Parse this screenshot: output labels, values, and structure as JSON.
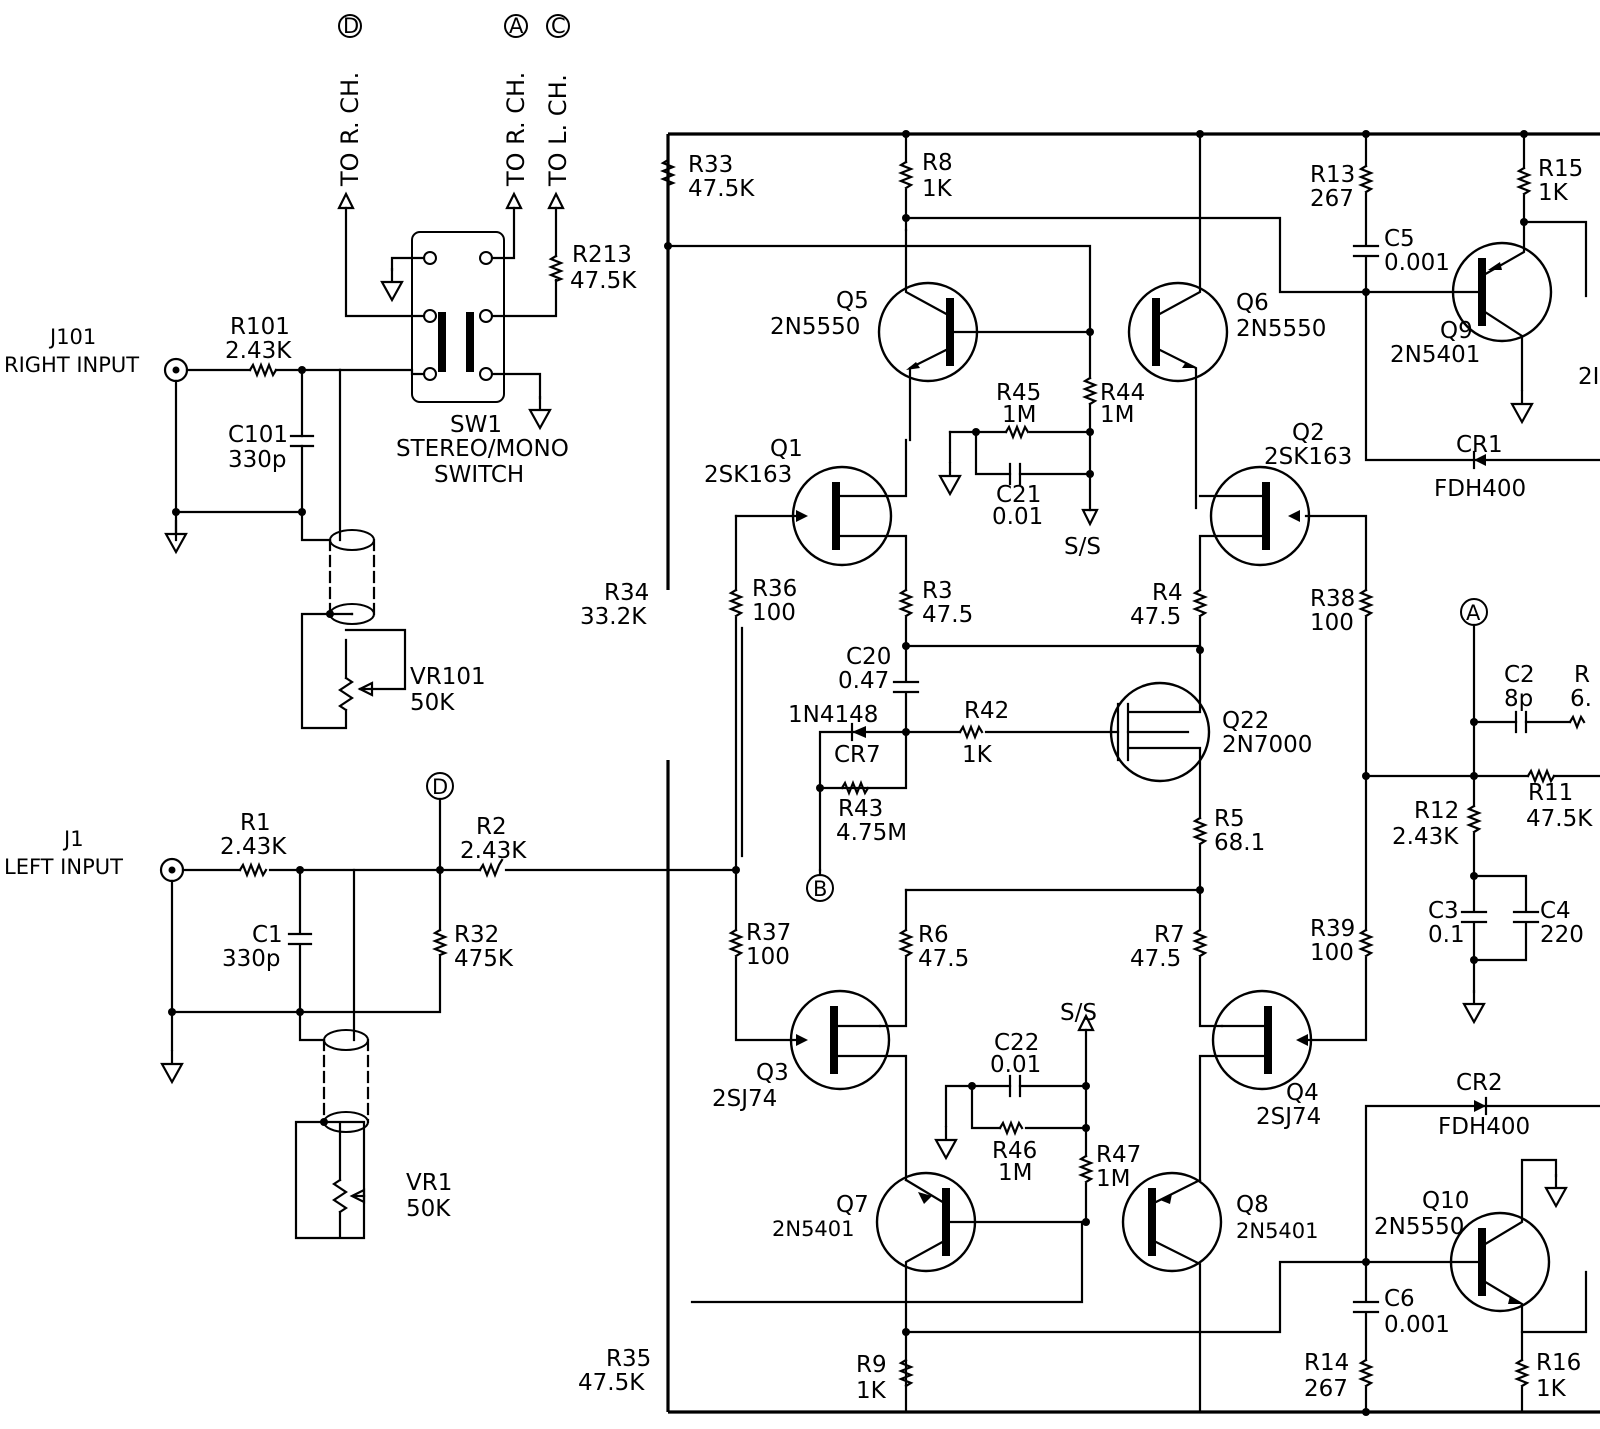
{
  "colors": {
    "ink": "#000000",
    "paper": "#ffffff"
  },
  "inputs": {
    "right": {
      "ref": "J101",
      "label": "RIGHT   INPUT"
    },
    "left": {
      "ref": "J1",
      "label": "LEFT  INPUT"
    }
  },
  "switch": {
    "ref": "SW1",
    "label1": "STEREO/MONO",
    "label2": "SWITCH"
  },
  "routing": {
    "to_r_ch_d": "TO R. CH.",
    "to_r_ch_a": "TO R. CH.",
    "to_l_ch_c": "TO L. CH."
  },
  "markers": {
    "A": "A",
    "B": "B",
    "C": "C",
    "D": "D",
    "ss": "S/S"
  },
  "resistors": {
    "R101": {
      "ref": "R101",
      "value": "2.43K"
    },
    "R1": {
      "ref": "R1",
      "value": "2.43K"
    },
    "R2": {
      "ref": "R2",
      "value": "2.43K"
    },
    "R32": {
      "ref": "R32",
      "value": "475K"
    },
    "R213": {
      "ref": "R213",
      "value": "47.5K"
    },
    "R33": {
      "ref": "R33",
      "value": "47.5K"
    },
    "R34": {
      "ref": "R34",
      "value": "33.2K"
    },
    "R35": {
      "ref": "R35",
      "value": "47.5K"
    },
    "R8": {
      "ref": "R8",
      "value": "1K"
    },
    "R36": {
      "ref": "R36",
      "value": "100"
    },
    "R37": {
      "ref": "R37",
      "value": "100"
    },
    "R3": {
      "ref": "R3",
      "value": "47.5"
    },
    "R4": {
      "ref": "R4",
      "value": "47.5"
    },
    "R6": {
      "ref": "R6",
      "value": "47.5"
    },
    "R7": {
      "ref": "R7",
      "value": "47.5"
    },
    "R5": {
      "ref": "R5",
      "value": "68.1"
    },
    "R42": {
      "ref": "R42",
      "value": "1K"
    },
    "R43": {
      "ref": "R43",
      "value": "4.75M"
    },
    "R44": {
      "ref": "R44",
      "value": "1M"
    },
    "R45": {
      "ref": "R45",
      "value": "1M"
    },
    "R46": {
      "ref": "R46",
      "value": "1M"
    },
    "R47": {
      "ref": "R47",
      "value": "1M"
    },
    "R9": {
      "ref": "R9",
      "value": "1K"
    },
    "R13": {
      "ref": "R13",
      "value": "267"
    },
    "R14": {
      "ref": "R14",
      "value": "267"
    },
    "R15": {
      "ref": "R15",
      "value": "1K"
    },
    "R16": {
      "ref": "R16",
      "value": "1K"
    },
    "R38": {
      "ref": "R38",
      "value": "100"
    },
    "R39": {
      "ref": "R39",
      "value": "100"
    },
    "R11": {
      "ref": "R11",
      "value": "47.5K"
    },
    "R12": {
      "ref": "R12",
      "value": "2.43K"
    },
    "Rcut": {
      "ref": "R",
      "value": "6."
    }
  },
  "capacitors": {
    "C101": {
      "ref": "C101",
      "value": "330p"
    },
    "C1": {
      "ref": "C1",
      "value": "330p"
    },
    "C20": {
      "ref": "C20",
      "value": "0.47"
    },
    "C21": {
      "ref": "C21",
      "value": "0.01"
    },
    "C22": {
      "ref": "C22",
      "value": "0.01"
    },
    "C5": {
      "ref": "C5",
      "value": "0.001"
    },
    "C6": {
      "ref": "C6",
      "value": "0.001"
    },
    "C2": {
      "ref": "C2",
      "value": "8p"
    },
    "C3": {
      "ref": "C3",
      "value": "0.1"
    },
    "C4": {
      "ref": "C4",
      "value": "220"
    }
  },
  "pots": {
    "VR101": {
      "ref": "VR101",
      "value": "50K"
    },
    "VR1": {
      "ref": "VR1",
      "value": "50K"
    }
  },
  "transistors": {
    "Q1": {
      "ref": "Q1",
      "part": "2SK163"
    },
    "Q2": {
      "ref": "Q2",
      "part": "2SK163"
    },
    "Q3": {
      "ref": "Q3",
      "part": "2SJ74"
    },
    "Q4": {
      "ref": "Q4",
      "part": "2SJ74"
    },
    "Q5": {
      "ref": "Q5",
      "part": "2N5550"
    },
    "Q6": {
      "ref": "Q6",
      "part": "2N5550"
    },
    "Q7": {
      "ref": "Q7",
      "part": "2N5401"
    },
    "Q8": {
      "ref": "Q8",
      "part": "2N5401"
    },
    "Q9": {
      "ref": "Q9",
      "part": "2N5401"
    },
    "Q10": {
      "ref": "Q10",
      "part": "2N5550"
    },
    "Q22": {
      "ref": "Q22",
      "part": "2N7000"
    },
    "cut": {
      "part": "2I"
    }
  },
  "diodes": {
    "CR1": {
      "ref": "CR1",
      "part": "FDH400"
    },
    "CR2": {
      "ref": "CR2",
      "part": "FDH400"
    },
    "CR7": {
      "ref": "CR7",
      "part": "1N4148"
    }
  }
}
